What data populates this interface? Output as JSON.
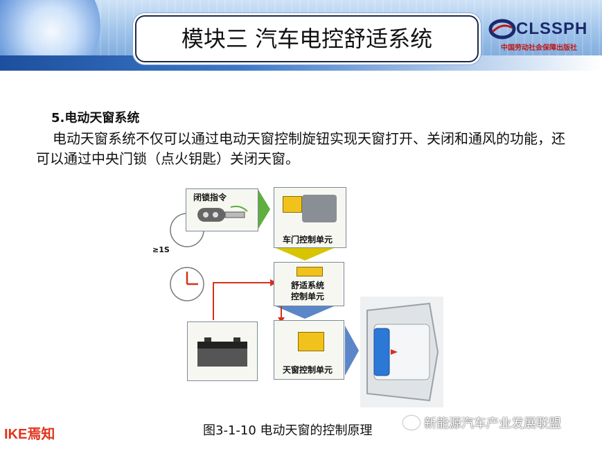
{
  "header": {
    "title": "模块三  汽车电控舒适系统",
    "logo_name": "CLSSPH",
    "logo_sub": "中国劳动社会保障出版社"
  },
  "content": {
    "heading": "5.电动天窗系统",
    "paragraph": "电动天窗系统不仅可以通过电动天窗控制旋钮实现天窗打开、关闭和通风的功能，还可以通过中央门锁（点火钥匙）关闭天窗。"
  },
  "diagram": {
    "lock_command": "闭锁指令",
    "time_label": "≥1S",
    "door_unit": "车门控制单元",
    "comfort_unit_line1": "舒适系统",
    "comfort_unit_line2": "控制单元",
    "sunroof_unit": "天窗控制单元",
    "colors": {
      "arrow_green": "#5fae3e",
      "arrow_yellow": "#d9c400",
      "arrow_blue": "#5b86c8",
      "line_red": "#d6301c"
    }
  },
  "caption": "图3-1-10 电动天窗的控制原理",
  "footer": {
    "brand": "IKE焉知",
    "watermark": "新能源汽车产业发展联盟"
  }
}
